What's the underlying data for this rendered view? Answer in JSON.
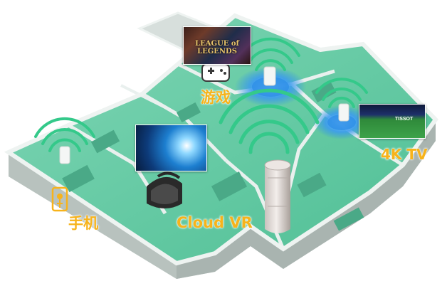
{
  "labels": {
    "game": "游戏",
    "tv": "4K TV",
    "vr": "Cloud VR",
    "phone": "手机"
  },
  "thumbnails": {
    "game_logo": "LEAGUE of LEGENDS",
    "tv_ticker": "TISSOT"
  },
  "icons": [
    "game-controller-icon",
    "vr-headset-icon",
    "phone-touch-icon",
    "wifi-signal-icon",
    "router-icon"
  ],
  "colors": {
    "label": "#f7b31b",
    "floor_green": "#5ec9a0",
    "wall": "#dfe6e3",
    "signal_green": "#34c98a",
    "signal_blue": "#2f8fe8"
  }
}
